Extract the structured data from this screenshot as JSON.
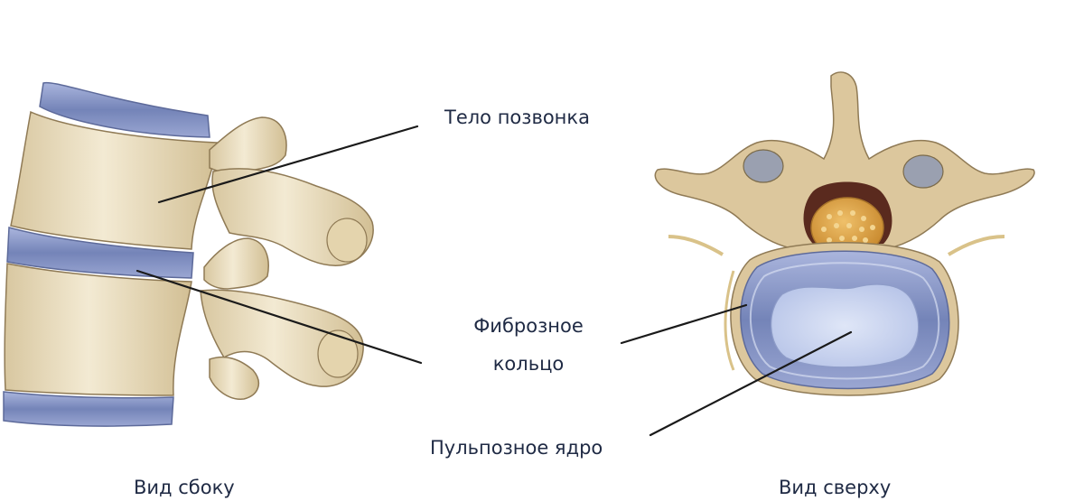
{
  "labels": {
    "vertebral_body": "Тело позвонка",
    "annulus_line1": "Фиброзное",
    "annulus_line2": "кольцо",
    "nucleus": "Пульпозное ядро",
    "side_view": "Вид сбоку",
    "top_view": "Вид сверху"
  },
  "colors": {
    "bone": "#e9dcbf",
    "bone_shadow": "#cdb98f",
    "bone_outline": "#8f7a55",
    "disc": "#7f8fbf",
    "disc_light": "#b9c4e6",
    "nucleus": "#c9d4ef",
    "spinal_cord": "#d6a24a",
    "canal": "#5a2a1e",
    "nerve": "#d9c289",
    "leader_line": "#1a1a1a",
    "text": "#1f2a44"
  }
}
